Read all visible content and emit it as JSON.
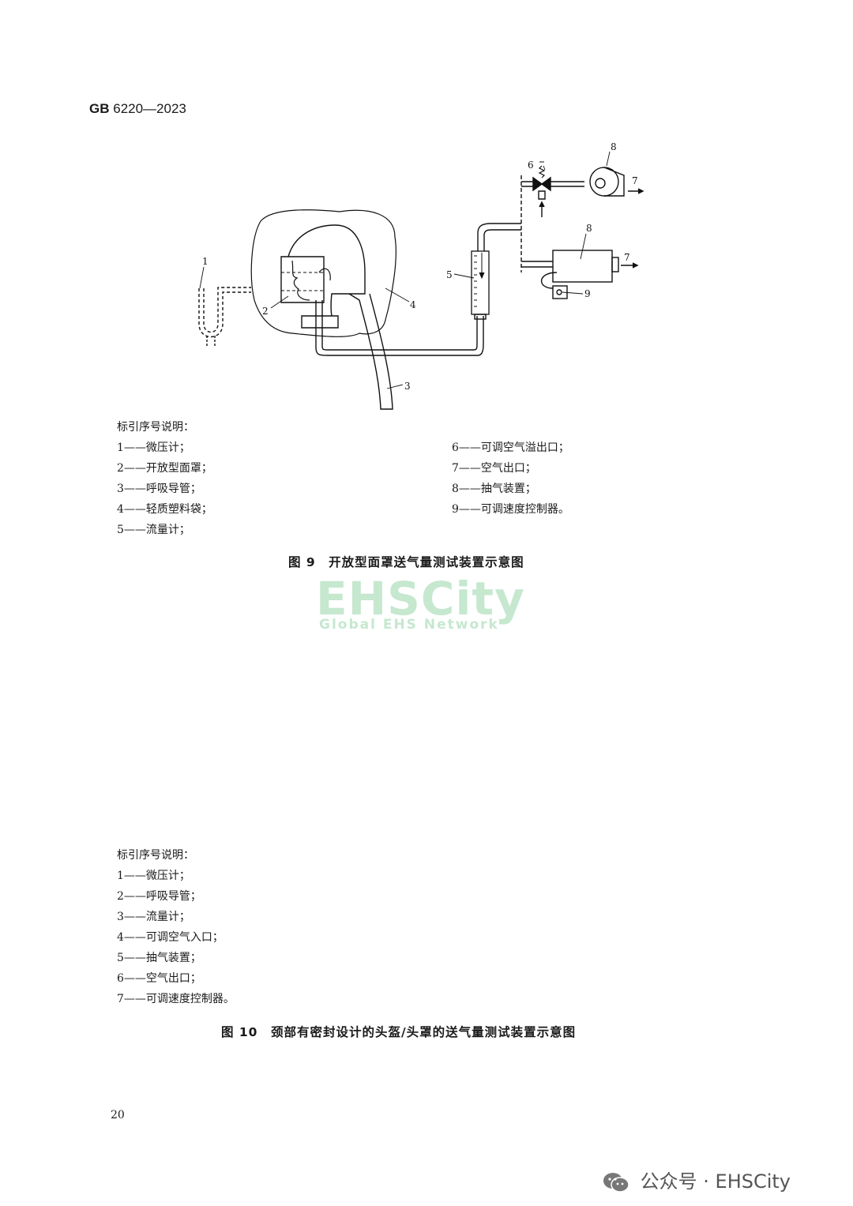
{
  "header": {
    "prefix": "GB",
    "code": "6220—2023"
  },
  "figure9": {
    "labels": [
      "1",
      "2",
      "3",
      "4",
      "5",
      "6",
      "7",
      "8",
      "9"
    ],
    "legend_title": "标引序号说明：",
    "legend_left": [
      "1——微压计；",
      "2——开放型面罩；",
      "3——呼吸导管；",
      "4——轻质塑料袋；",
      "5——流量计；"
    ],
    "legend_right": [
      "6——可调空气溢出口；",
      "7——空气出口；",
      "8——抽气装置；",
      "9——可调速度控制器。"
    ],
    "caption": "图 9　开放型面罩送气量测试装置示意图"
  },
  "watermark": {
    "title": "EHSCity",
    "subtitle": "Global EHS Network"
  },
  "figure10": {
    "legend_title": "标引序号说明：",
    "legend": [
      "1——微压计；",
      "2——呼吸导管；",
      "3——流量计；",
      "4——可调空气入口；",
      "5——抽气装置；",
      "6——空气出口；",
      "7——可调速度控制器。"
    ],
    "caption": "图 10　颈部有密封设计的头盔/头罩的送气量测试装置示意图"
  },
  "page_number": "20",
  "wechat": {
    "text": "公众号 · EHSCity",
    "icon": "wechat-icon"
  }
}
